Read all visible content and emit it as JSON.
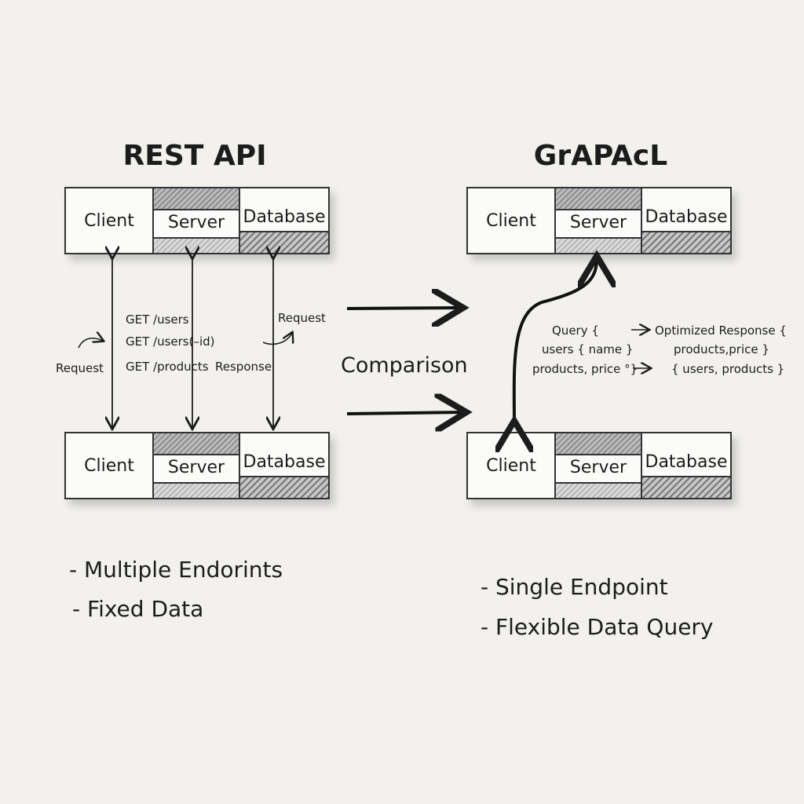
{
  "rest": {
    "title": "REST API",
    "top_row": {
      "client": "Client",
      "server": "Server",
      "database": "Database"
    },
    "bottom_row": {
      "client": "Client",
      "server": "Server",
      "database": "Database"
    },
    "endpoints": [
      "GET /users",
      "GET /users(–id)",
      "GET /products"
    ],
    "request_left": "Request",
    "request_right": "Request",
    "response": "Response",
    "bullets": [
      "- Multiple Endorints",
      "- Fixed Data"
    ]
  },
  "middle": {
    "label": "Comparison"
  },
  "graphql": {
    "title": "GrAPAcL",
    "top_row": {
      "client": "Client",
      "server": "Server",
      "database": "Database"
    },
    "bottom_row": {
      "client": "Client",
      "server": "Server",
      "database": "Database"
    },
    "query_lines": [
      "Query {",
      "users { name }",
      "products, price °}"
    ],
    "response_lines": [
      "Optimized Response {",
      "products,price }",
      "{ users, products }"
    ],
    "bullets": [
      "- Single Endpoint",
      "- Flexible Data Query"
    ]
  },
  "colors": {
    "ink": "#1c1c1c",
    "paper": "#f2f1ee",
    "hatch": "#8c8c8c"
  }
}
